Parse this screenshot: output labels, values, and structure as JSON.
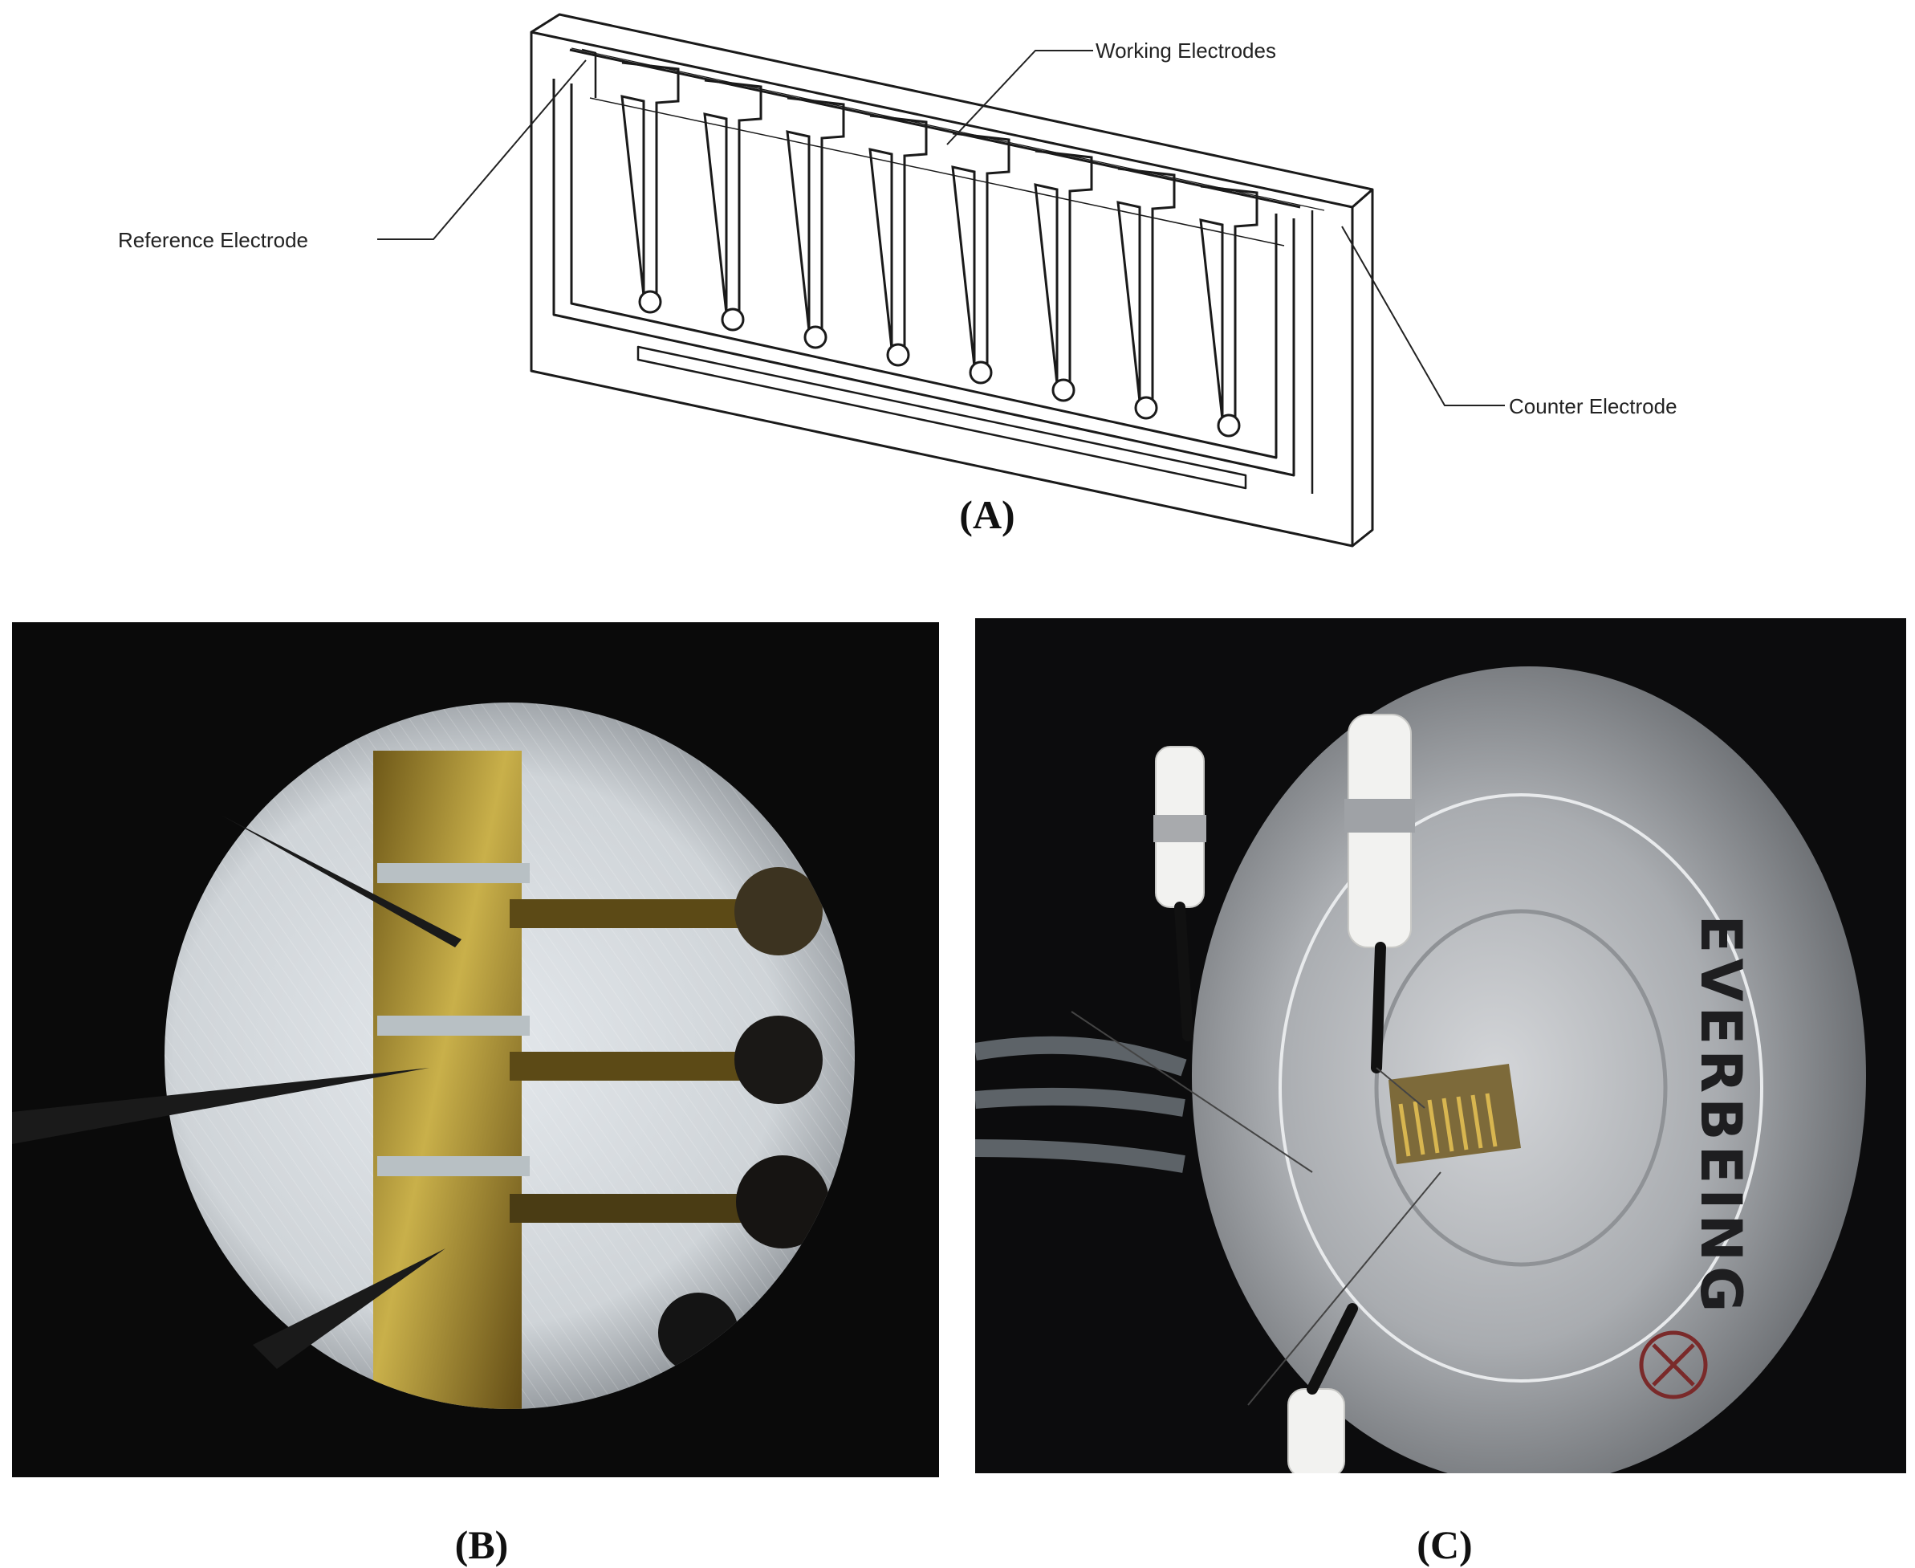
{
  "panel_a": {
    "label": "(A)",
    "callouts": {
      "working": "Working Electrodes",
      "reference": "Reference Electrode",
      "counter": "Counter Electrode"
    },
    "working_electrode_count": 8
  },
  "panel_b": {
    "label": "(B)"
  },
  "panel_c": {
    "label": "(C)",
    "brand_text": "EVERBEING"
  },
  "colors": {
    "line": "#1a1a1a",
    "gold": "#c9a13a",
    "steel": "#b9bcc0",
    "background_dark": "#0a0a0a"
  }
}
